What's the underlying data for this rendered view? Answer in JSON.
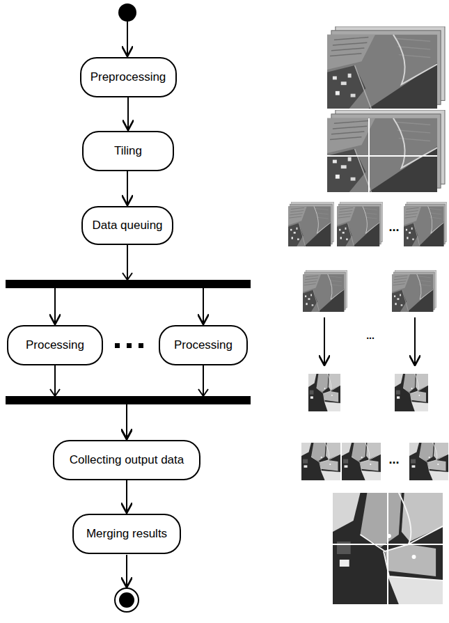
{
  "diagram": {
    "nodes": [
      {
        "text": [
          "Preprocessing"
        ]
      },
      {
        "text": [
          "Tiling"
        ]
      },
      {
        "text": [
          "Data queuing"
        ]
      },
      {
        "text": [
          "Processing"
        ]
      },
      {
        "text": [
          "Processing"
        ]
      },
      {
        "text": [
          "Collecting output data"
        ]
      },
      {
        "text": [
          "Merging results"
        ]
      }
    ],
    "edges": [
      {
        "from": 0,
        "to": 1,
        "arrow": "to"
      },
      {
        "from": 1,
        "to": 2,
        "arrow": "to"
      },
      {
        "from": 2,
        "to": 3,
        "arrow": "to"
      },
      {
        "from": 2,
        "to": 4,
        "arrow": "to"
      },
      {
        "from": 3,
        "to": 5,
        "arrow": "to"
      },
      {
        "from": 4,
        "to": 5,
        "arrow": "to"
      },
      {
        "from": 5,
        "to": 6,
        "arrow": "to"
      }
    ],
    "labels": [
      "...",
      "...",
      "..."
    ]
  }
}
